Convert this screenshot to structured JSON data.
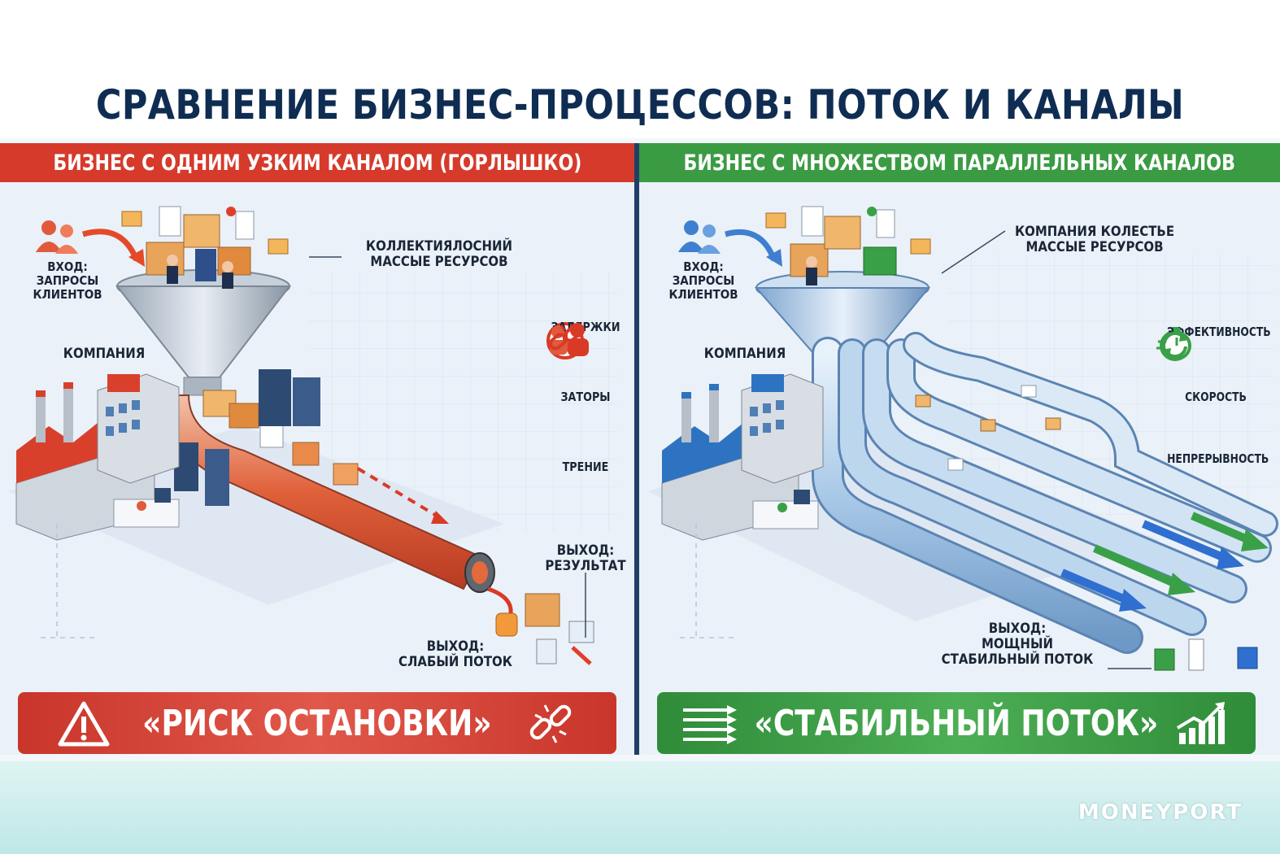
{
  "title": "СРАВНЕНИЕ БИЗНЕС-ПРОЦЕССОВ: ПОТОК И КАНАЛЫ",
  "colors": {
    "left_accent": "#d63a2b",
    "right_accent": "#3a9b43",
    "divider": "#1f3f66",
    "pipe_blue": "#8ab6de"
  },
  "left": {
    "header": "БИЗНЕС С ОДНИМ УЗКИМ КАНАЛОМ (ГОРЛЫШКО)",
    "input_label": "ВХОД:\nЗАПРОСЫ\nКЛИЕНТОВ",
    "resources_label": "КОЛЛЕКТИЯЛОСНИЙ\nМАССЫЕ РЕСУРСОВ",
    "company_label": "КОМПАНИЯ",
    "problems": [
      {
        "icon": "alert-circle-icon",
        "label": "ЗАДЕРЖКИ"
      },
      {
        "icon": "people-jam-icon",
        "label": "ЗАТОРЫ"
      },
      {
        "icon": "broken-chain-icon",
        "label": "ТРЕНИЕ"
      }
    ],
    "output_result_label": "ВЫХОД:\nРЕЗУЛЬТАТ",
    "output_label": "ВЫХОД:\nСЛАБЫЙ ПОТОК",
    "banner": "«РИСК ОСТАНОВКИ»"
  },
  "right": {
    "header": "БИЗНЕС С МНОЖЕСТВОМ ПАРАЛЛЕЛЬНЫХ КАНАЛОВ",
    "input_label": "ВХОД:\nЗАПРОСЫ\nКЛИЕНТОВ",
    "resources_label": "КОМПАНИЯ КОЛЕСТЬЕ\nМАССЫЕ РЕСУРСОВ",
    "company_label": "КОМПАНИЯ",
    "benefits": [
      {
        "icon": "stopwatch-check-icon",
        "label": "ЭФФЕКТИВНОСТЬ"
      },
      {
        "icon": "stopwatch-speed-icon",
        "label": "СКОРОСТЬ"
      },
      {
        "icon": "cycle-arrows-icon",
        "label": "НЕПРЕРЫВНОСТЬ"
      }
    ],
    "output_label": "ВЫХОД:\nМОЩНЫЙ\nСТАБИЛЬНЫЙ ПОТОК",
    "banner": "«СТАБИЛЬНЫЙ ПОТОК»"
  },
  "brand": "MONEYPORT"
}
